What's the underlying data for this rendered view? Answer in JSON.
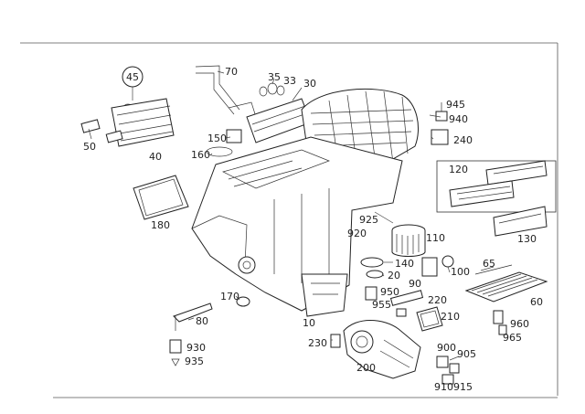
{
  "callouts": {
    "c45": "45",
    "c50": "50",
    "c40": "40",
    "c70": "70",
    "c35": "35",
    "c33": "33",
    "c30": "30",
    "c150": "150",
    "c160": "160",
    "c945": "945",
    "c940": "940",
    "c240": "240",
    "c120": "120",
    "c130": "130",
    "c180": "180",
    "c925": "925",
    "c920": "920",
    "c110": "110",
    "c140": "140",
    "c20": "20",
    "c100": "100",
    "c65": "65",
    "c90": "90",
    "c950": "950",
    "c955": "955",
    "c220": "220",
    "c170": "170",
    "c80": "80",
    "c10": "10",
    "c210": "210",
    "c60": "60",
    "c960": "960",
    "c965": "965",
    "c930": "930",
    "c935": "935",
    "c230": "230",
    "c200": "200",
    "c900": "900",
    "c905": "905",
    "c910": "910",
    "c915": "915"
  }
}
